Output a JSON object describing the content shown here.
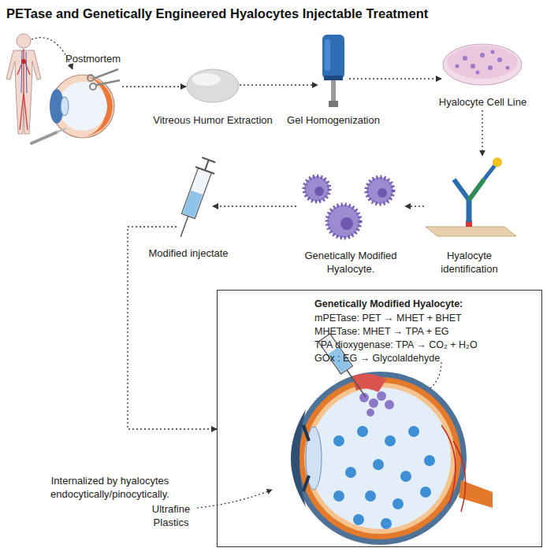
{
  "diagram": {
    "title": "PETase and Genetically Engineered Hyalocytes Injectable Treatment",
    "nodes": [
      {
        "text": [
          "Postmortem"
        ]
      },
      {
        "text": [
          "Vitreous Humor Extraction"
        ]
      },
      {
        "text": [
          "Gel Homogenization"
        ]
      },
      {
        "text": [
          "Hyalocyte Cell Line"
        ]
      },
      {
        "text": [
          "Hyalocyte identification"
        ]
      },
      {
        "text": [
          "Genetically Modified Hyalocyte."
        ]
      },
      {
        "text": [
          "Modified injectate"
        ]
      },
      {
        "text": [
          "Genetically Modified Hyalocyte:",
          "mPETase: PET → MHET + BHET",
          "MHETase: MHET → TPA + EG",
          "TPA dioxygenase: TPA → CO₂ + H₂O",
          "GOx : EG → Glycolaldehyde"
        ]
      }
    ],
    "edges": [
      {
        "from": 0,
        "to": 1,
        "arrow": "to"
      },
      {
        "from": 1,
        "to": 2,
        "arrow": "to"
      },
      {
        "from": 2,
        "to": 3,
        "arrow": "to"
      },
      {
        "from": 3,
        "to": 4,
        "arrow": "to"
      },
      {
        "from": 4,
        "to": 5,
        "arrow": "to"
      },
      {
        "from": 5,
        "to": 6,
        "arrow": "to"
      },
      {
        "from": 6,
        "to": 7,
        "arrow": "to"
      }
    ],
    "labels": [
      "Ultrafine Plastics",
      "Internalized by hyalocytes endocytically/pinocytically."
    ]
  }
}
